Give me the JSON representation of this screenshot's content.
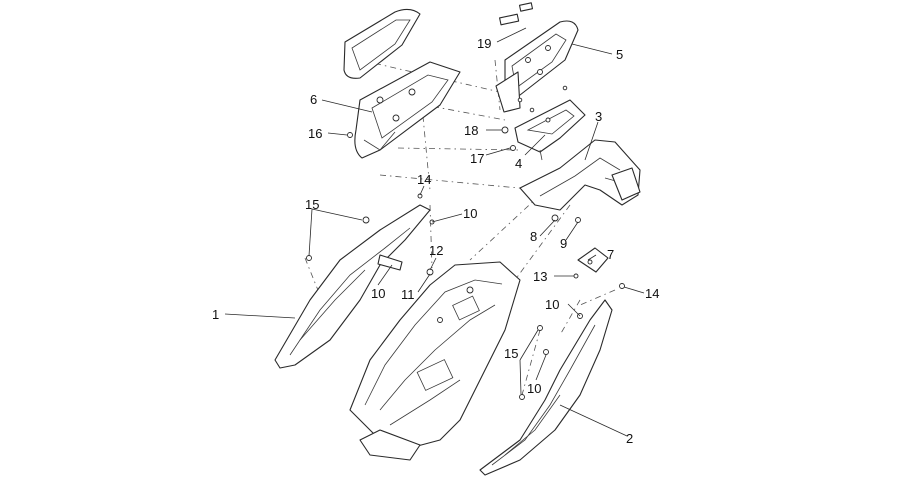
{
  "callouts": [
    {
      "id": "c1",
      "label": "1"
    },
    {
      "id": "c2",
      "label": "2"
    },
    {
      "id": "c3",
      "label": "3"
    },
    {
      "id": "c4",
      "label": "4"
    },
    {
      "id": "c5",
      "label": "5"
    },
    {
      "id": "c6",
      "label": "6"
    },
    {
      "id": "c7",
      "label": "7"
    },
    {
      "id": "c8",
      "label": "8"
    },
    {
      "id": "c9",
      "label": "9"
    },
    {
      "id": "c10a",
      "label": "10"
    },
    {
      "id": "c10b",
      "label": "10"
    },
    {
      "id": "c10c",
      "label": "10"
    },
    {
      "id": "c10d",
      "label": "10"
    },
    {
      "id": "c11",
      "label": "11"
    },
    {
      "id": "c12",
      "label": "12"
    },
    {
      "id": "c13",
      "label": "13"
    },
    {
      "id": "c14a",
      "label": "14"
    },
    {
      "id": "c14b",
      "label": "14"
    },
    {
      "id": "c15a",
      "label": "15"
    },
    {
      "id": "c15b",
      "label": "15"
    },
    {
      "id": "c16",
      "label": "16"
    },
    {
      "id": "c17",
      "label": "17"
    },
    {
      "id": "c18",
      "label": "18"
    },
    {
      "id": "c19",
      "label": "19"
    }
  ]
}
